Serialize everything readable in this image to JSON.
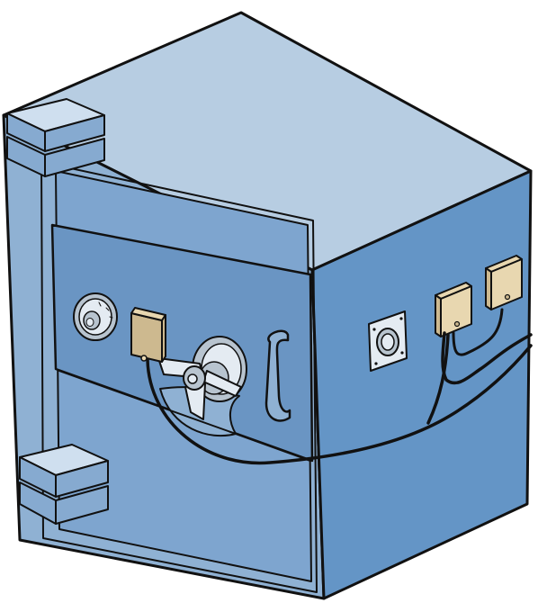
{
  "colors": {
    "background": "#ffffff",
    "outline": "#111111",
    "top_face": "#b7cde2",
    "front_face": "#8fb1d3",
    "side_face": "#6495c6",
    "door_panel": "#7ea5cf",
    "lock_plate": "#6a95c3",
    "hinge_top": "#cfdfef",
    "hinge_front": "#86aad0",
    "device_body": "#e8d7b0",
    "device_shade": "#cdb98f",
    "metal_light": "#e4ebf2",
    "metal_mid": "#b8c4cf",
    "cable": "#111111"
  },
  "objects": [
    {
      "name": "safe-body",
      "icon": "safe-icon"
    },
    {
      "name": "door-hinge-top",
      "icon": "hinge-icon"
    },
    {
      "name": "door-hinge-bottom",
      "icon": "hinge-icon"
    },
    {
      "name": "combination-dial",
      "icon": "dial-icon"
    },
    {
      "name": "door-sensor-module",
      "icon": "sensor-icon"
    },
    {
      "name": "spoke-handle",
      "icon": "handle-icon"
    },
    {
      "name": "pull-handle",
      "icon": "handle-icon"
    },
    {
      "name": "side-connector-plate",
      "icon": "connector-icon"
    },
    {
      "name": "side-sensor-module-left",
      "icon": "sensor-icon"
    },
    {
      "name": "side-sensor-module-right",
      "icon": "sensor-icon"
    },
    {
      "name": "sensor-cables",
      "icon": "cable-icon"
    }
  ]
}
